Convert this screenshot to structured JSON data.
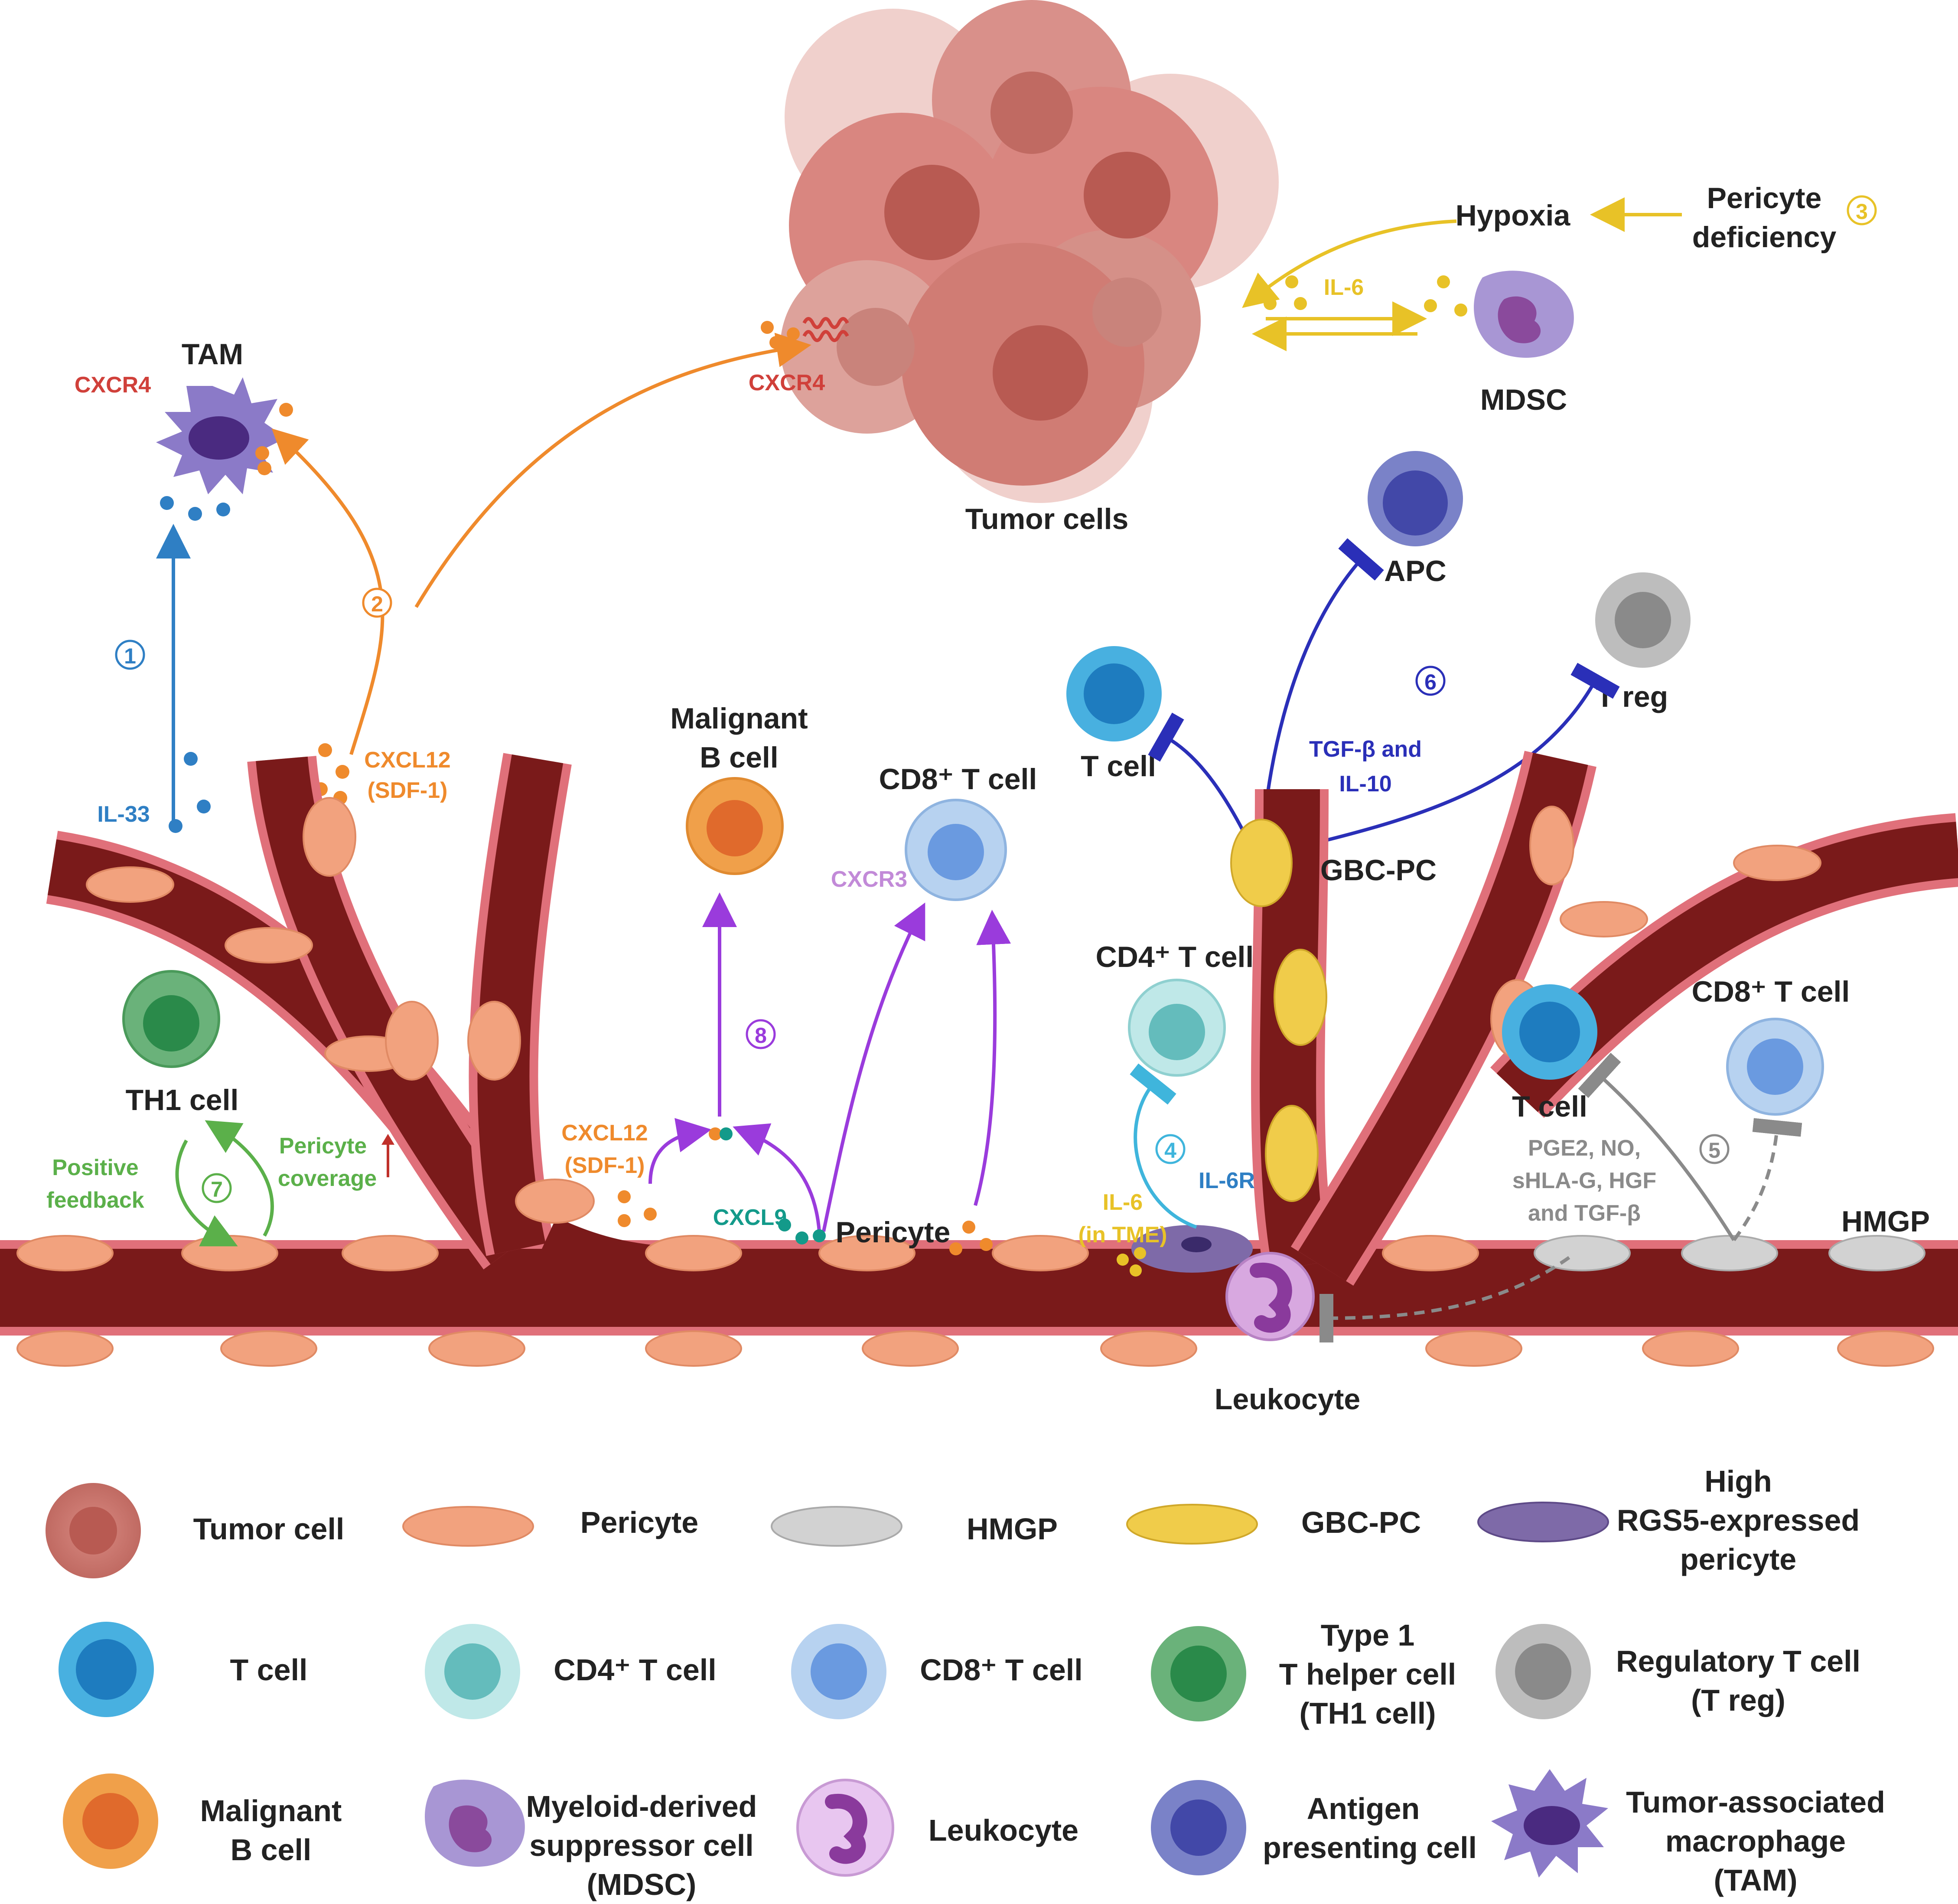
{
  "diagram": {
    "tumor_label": "Tumor cells",
    "tam_label": "TAM",
    "cxcr4_tam": "CXCR4",
    "cxcr4_tumor": "CXCR4",
    "hypoxia": "Hypoxia",
    "pericyte_deficiency_1": "Pericyte",
    "pericyte_deficiency_2": "deficiency",
    "il6_top": "IL-6",
    "mdsc_label": "MDSC",
    "apc_label": "APC",
    "treg_label": "T reg",
    "tcell_top_label": "T cell",
    "tgfb_1": "TGF-β and",
    "tgfb_2": "IL-10",
    "gbcpc_label": "GBC-PC",
    "malignant_b_1": "Malignant",
    "malignant_b_2": "B cell",
    "cd8_mid_label": "CD8⁺ T cell",
    "cxcr3": "CXCR3",
    "cd4_label": "CD4⁺ T cell",
    "il6r": "IL-6R",
    "il6_tme_1": "IL-6",
    "il6_tme_2": "(in TME)",
    "leukocyte_label": "Leukocyte",
    "tcell_right_label": "T cell",
    "cd8_right_label": "CD8⁺ T cell",
    "pge2_1": "PGE2, NO,",
    "pge2_2": "sHLA-G, HGF",
    "pge2_3": "and TGF-β",
    "hmgp_label": "HMGP",
    "il33": "IL-33",
    "cxcl12_a_1": "CXCL12",
    "cxcl12_a_2": "(SDF-1)",
    "cxcl12_b_1": "CXCL12",
    "cxcl12_b_2": "(SDF-1)",
    "cxcl9": "CXCL9",
    "pericyte_label": "Pericyte",
    "th1_label": "TH1 cell",
    "positive_feedback_1": "Positive",
    "positive_feedback_2": "feedback",
    "pericyte_coverage_1": "Pericyte",
    "pericyte_coverage_2": "coverage",
    "step1": "1",
    "step2": "2",
    "step3": "3",
    "step4": "4",
    "step5": "5",
    "step6": "6",
    "step7": "7",
    "step8": "8"
  },
  "legend": {
    "tumor_cell": "Tumor cell",
    "pericyte": "Pericyte",
    "hmgp": "HMGP",
    "gbcpc": "GBC-PC",
    "rgs5_1": "High",
    "rgs5_2": "RGS5-expressed",
    "rgs5_3": "pericyte",
    "t_cell": "T cell",
    "cd4": "CD4⁺ T cell",
    "cd8": "CD8⁺ T cell",
    "th1_1": "Type 1",
    "th1_2": "T helper cell",
    "th1_3": "(TH1 cell)",
    "treg_1": "Regulatory T cell",
    "treg_2": "(T reg)",
    "malig_1": "Malignant",
    "malig_2": "B cell",
    "mdsc_1": "Myeloid-derived",
    "mdsc_2": "suppressor cell",
    "mdsc_3": "(MDSC)",
    "leukocyte": "Leukocyte",
    "apc_1": "Antigen",
    "apc_2": "presenting cell",
    "tam_1": "Tumor-associated",
    "tam_2": "macrophage",
    "tam_3": "(TAM)"
  },
  "colors": {
    "vessel": "#7a1a1a",
    "vessel_edge": "#e0707a",
    "pericyte": "#f2a27e",
    "hmgp": "#cfcfcf",
    "gbcpc": "#f0cc4a",
    "rgs5": "#7e6aa8",
    "tumor": "#c8706a",
    "step1_blue": "#2f7fc4",
    "step2_orange": "#ef8a2c",
    "step3_yellow": "#e8c227",
    "step4_cyan": "#3fb5dc",
    "step5_gray": "#8a8a8a",
    "step6_navy": "#2a2fb8",
    "step7_green": "#5bb04a",
    "step8_purple": "#9a3bdc",
    "cxcl9_teal": "#139a8a"
  }
}
